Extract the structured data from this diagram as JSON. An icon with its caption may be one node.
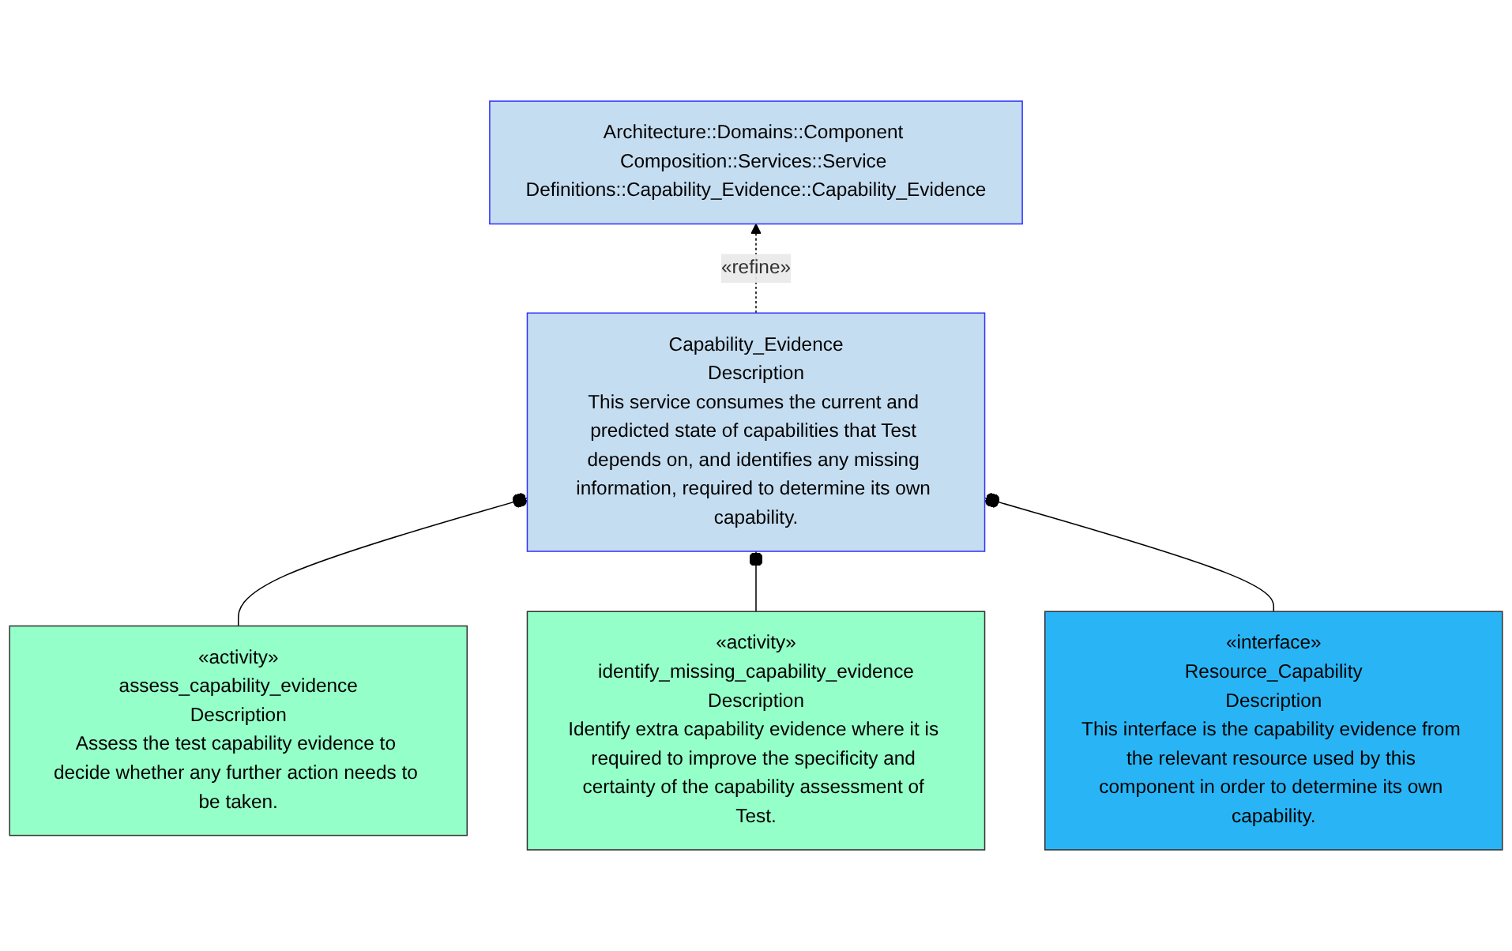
{
  "diagram": {
    "nodes": [
      {
        "text": [
          "Architecture::Domains::Component Composition::Services::Service Definitions::Capability_Evidence::Capability_Evidence"
        ]
      },
      {
        "text": [
          "Capability_Evidence",
          "Description",
          "This service consumes the current and predicted state of capabilities that Test depends on, and identifies any missing information, required to determine its own capability."
        ]
      },
      {
        "text": [
          "«activity»",
          "assess_capability_evidence",
          "Description",
          "Assess the test capability evidence to decide whether any further action needs to be taken."
        ]
      },
      {
        "text": [
          "«activity»",
          "identify_missing_capability_evidence",
          "Description",
          "Identify extra capability evidence where it is required to improve the specificity and certainty of the capability assessment of Test."
        ]
      },
      {
        "text": [
          "«interface»",
          "Resource_Capability",
          "Description",
          "This interface is the capability evidence from the relevant resource used by this component in order to determine its own capability."
        ]
      }
    ],
    "edges": [
      {
        "from": 1,
        "to": 0,
        "arrow": "to",
        "label": "«refine»",
        "style": "dashed"
      },
      {
        "from": 2,
        "to": 1,
        "arrow": "other"
      },
      {
        "from": 3,
        "to": 1,
        "arrow": "other"
      },
      {
        "from": 4,
        "to": 1,
        "arrow": "other"
      }
    ]
  }
}
